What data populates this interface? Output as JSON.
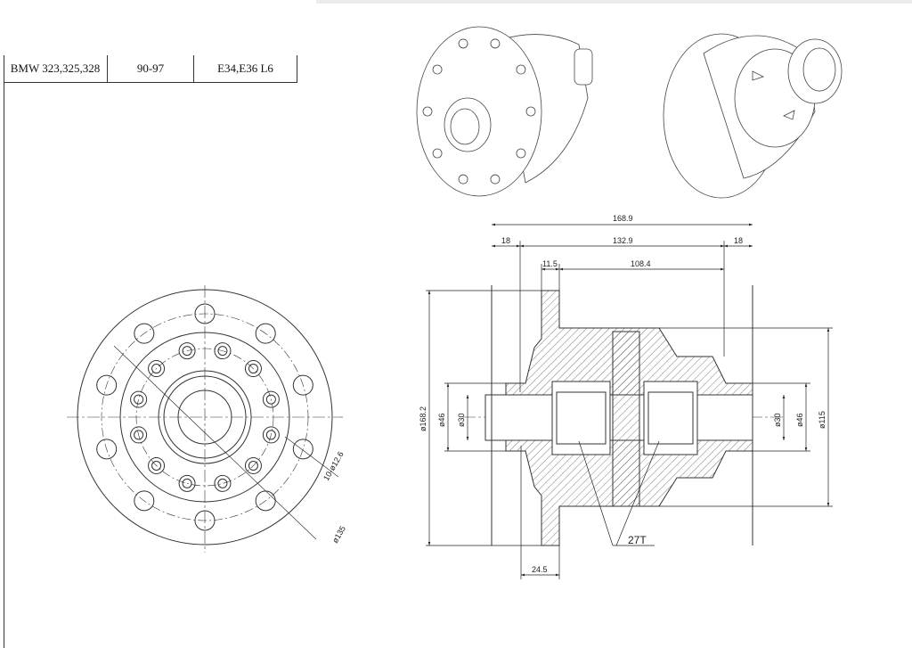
{
  "spec_table": {
    "model": "BMW 323,325,328",
    "years": "90-97",
    "chassis": "E34,E36 L6"
  },
  "front_view": {
    "hole_label": "10-ø12.6",
    "pcd_label": "ø135"
  },
  "section_view": {
    "dim_overall": "168.9",
    "dim_left_flange": "18",
    "dim_middle": "132.9",
    "dim_right_flange": "18",
    "dim_step": "11.5",
    "dim_inner": "108.4",
    "dia_flange": "ø168.2",
    "dia_left_outer": "ø46",
    "dia_left_inner": "ø30",
    "dia_right_inner": "ø30",
    "dia_right_outer": "ø46",
    "dia_body": "ø115",
    "dim_bottom": "24.5",
    "teeth": "27T"
  }
}
